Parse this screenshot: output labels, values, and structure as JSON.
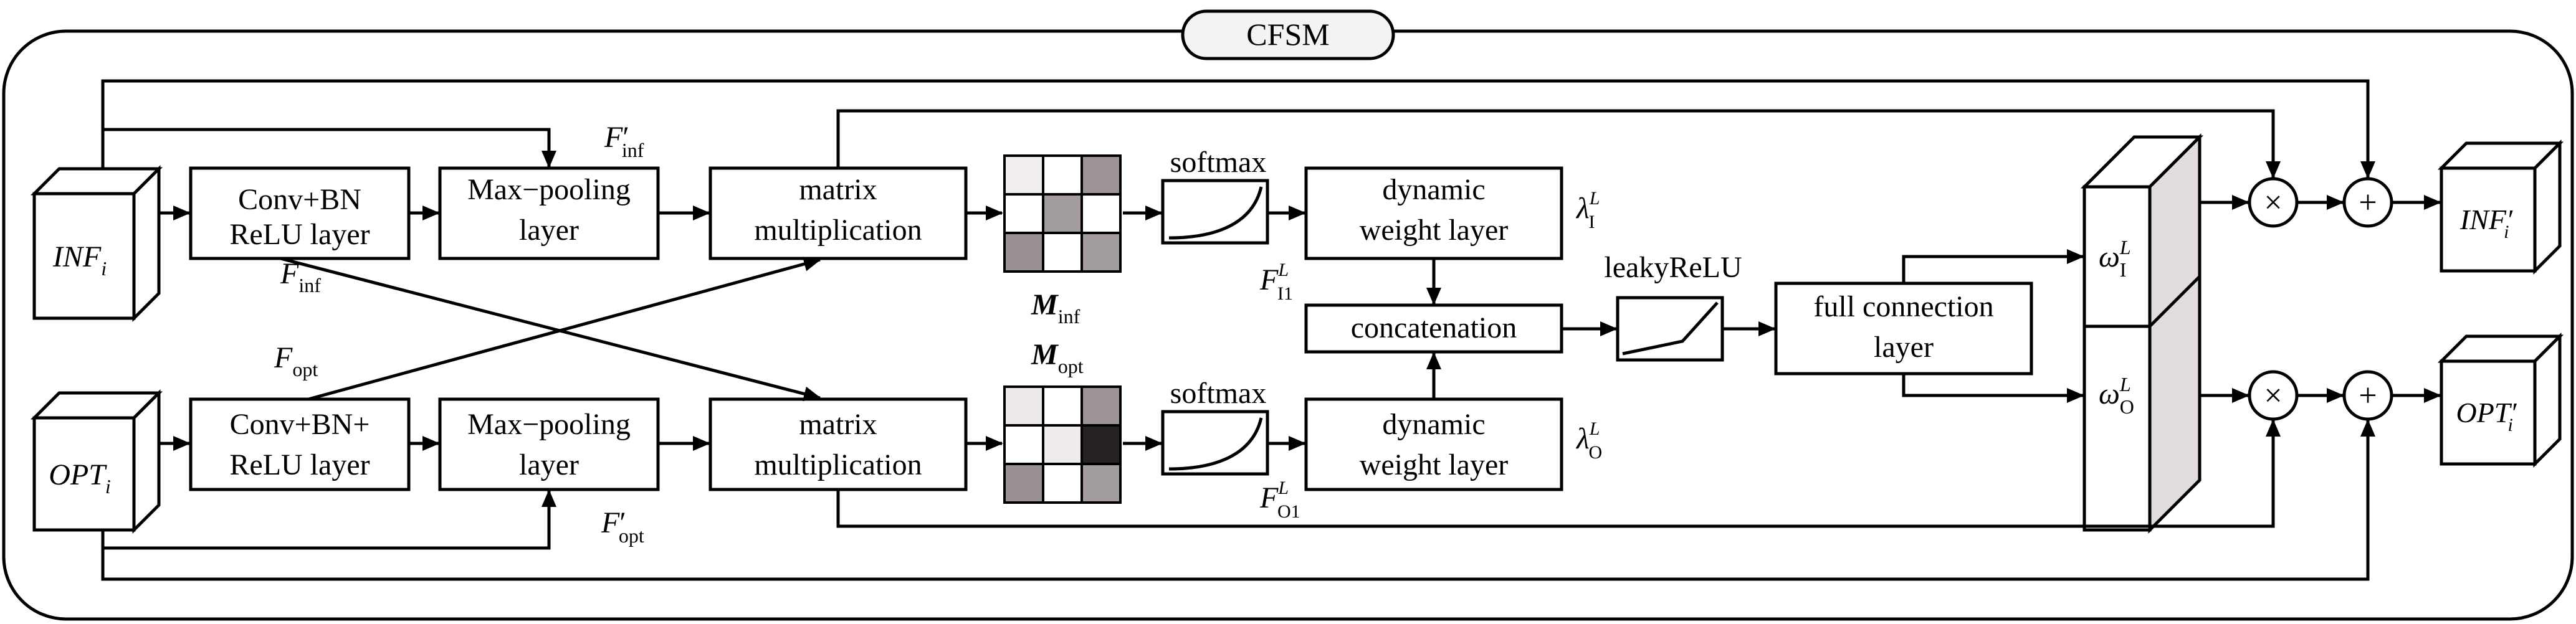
{
  "title": "CFSM",
  "inputs": {
    "inf": {
      "base": "INF",
      "sub": "i"
    },
    "opt": {
      "base": "OPT",
      "sub": "i"
    }
  },
  "outputs": {
    "inf": {
      "base": "INF",
      "prime": "′",
      "sub": "i"
    },
    "opt": {
      "base": "OPT",
      "prime": "′",
      "sub": "i"
    }
  },
  "blocks": {
    "conv_top": [
      "Conv+BN",
      "ReLU layer"
    ],
    "conv_bottom": [
      "Conv+BN+",
      "ReLU layer"
    ],
    "pool_top": [
      "Max−pooling",
      "layer"
    ],
    "pool_bottom": [
      "Max−pooling",
      "layer"
    ],
    "matmul_top": [
      "matrix",
      "multiplication"
    ],
    "matmul_bottom": [
      "matrix",
      "multiplication"
    ],
    "dyn_top": [
      "dynamic",
      "weight layer"
    ],
    "dyn_bottom": [
      "dynamic",
      "weight layer"
    ],
    "concat": "concatenation",
    "fc": [
      "full connection",
      "layer"
    ]
  },
  "labels": {
    "softmax_top": "softmax",
    "softmax_bottom": "softmax",
    "leakyrelu": "leakyReLU",
    "f_inf": {
      "base": "F",
      "sub": "inf"
    },
    "f_opt": {
      "base": "F",
      "sub": "opt"
    },
    "f_inf_prime": {
      "base": "F",
      "prime": "′",
      "sub": "inf"
    },
    "f_opt_prime": {
      "base": "F",
      "prime": "′",
      "sub": "opt"
    },
    "m_inf": {
      "base": "M",
      "sub": "inf"
    },
    "m_opt": {
      "base": "M",
      "sub": "opt"
    },
    "f_i1": {
      "base": "F",
      "sup": "L",
      "sub": "I1"
    },
    "f_o1": {
      "base": "F",
      "sup": "L",
      "sub": "O1"
    },
    "lambda_i": {
      "base": "λ",
      "sup": "L",
      "sub": "I"
    },
    "lambda_o": {
      "base": "λ",
      "sup": "L",
      "sub": "O"
    },
    "omega_i": {
      "base": "ω",
      "sup": "L",
      "sub": "I"
    },
    "omega_o": {
      "base": "ω",
      "sup": "L",
      "sub": "O"
    }
  },
  "operators": {
    "multiply": "×",
    "add": "+"
  },
  "matrices": {
    "m_inf_cells": [
      [
        "#f2eeee",
        "#ffffff",
        "#9d9595"
      ],
      [
        "#ffffff",
        "#a39c9c",
        "#ffffff"
      ],
      [
        "#9a9292",
        "#ffffff",
        "#a39c9c"
      ]
    ],
    "m_opt_cells": [
      [
        "#eeeaea",
        "#ffffff",
        "#9d9595"
      ],
      [
        "#ffffff",
        "#f0ecec",
        "#262222"
      ],
      [
        "#9a9292",
        "#ffffff",
        "#a39c9c"
      ]
    ]
  }
}
